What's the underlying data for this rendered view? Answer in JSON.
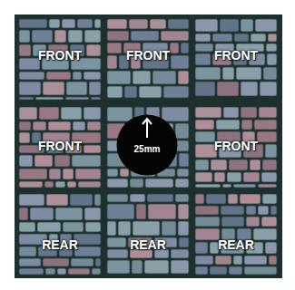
{
  "diagram": {
    "nodes": [
      {
        "text": [
          "FRONT"
        ]
      },
      {
        "text": [
          "FRONT"
        ]
      },
      {
        "text": [
          "FRONT"
        ]
      },
      {
        "text": [
          "FRONT"
        ]
      },
      {
        "text": [
          "25mm"
        ]
      },
      {
        "text": [
          "FRONT"
        ]
      },
      {
        "text": [
          "REAR"
        ]
      },
      {
        "text": [
          "REAR"
        ]
      },
      {
        "text": [
          "REAR"
        ]
      }
    ]
  }
}
